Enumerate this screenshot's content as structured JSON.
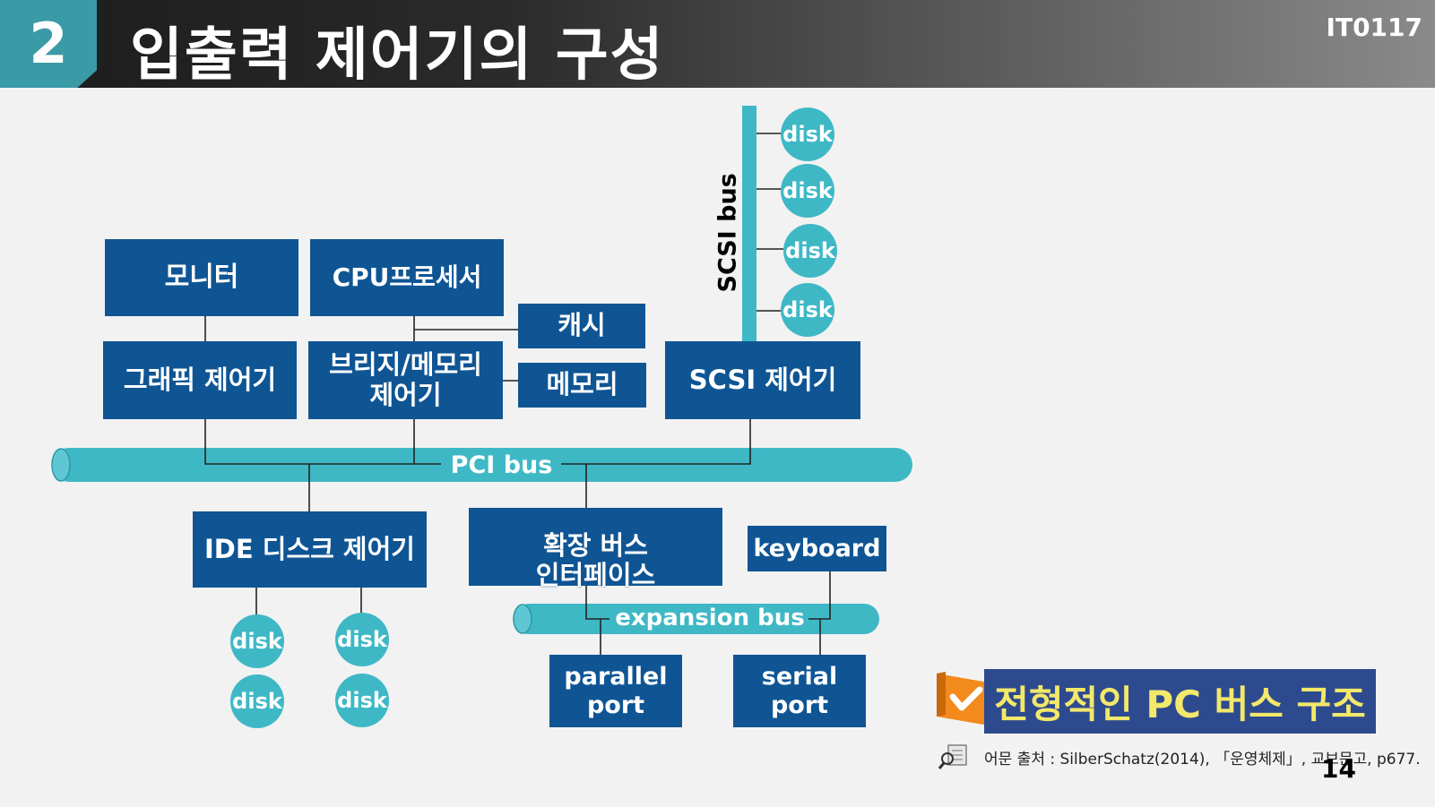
{
  "header": {
    "section_number": "2",
    "title": "입출력 제어기의 구성",
    "code": "IT0117"
  },
  "diagram": {
    "boxes": {
      "monitor": "모니터",
      "cpu": "CPU프로세서",
      "cache": "캐시",
      "graphic_ctrl": "그래픽 제어기",
      "bridge_line1": "브리지/메모리",
      "bridge_line2": "제어기",
      "memory": "메모리",
      "scsi_ctrl": "SCSI 제어기",
      "ide_ctrl": "IDE 디스크 제어기",
      "expansion_line1": "확장 버스",
      "expansion_line2": "인터페이스",
      "keyboard": "keyboard",
      "parallel_line1": "parallel",
      "parallel_line2": "port",
      "serial_line1": "serial",
      "serial_line2": "port"
    },
    "buses": {
      "pci": "PCI bus",
      "scsi": "SCSI bus",
      "expansion": "expansion bus"
    },
    "disk_label": "disk",
    "colors": {
      "box": "#0f5594",
      "bus": "#3fb8c6",
      "caption_bg": "#2e4a8f",
      "caption_text": "#f2e86a"
    }
  },
  "caption": "전형적인 PC 버스 구조",
  "source": "어문 출처 : SilberSchatz(2014), 「운영체제」, 교보문고, p677.",
  "page_number": "14"
}
